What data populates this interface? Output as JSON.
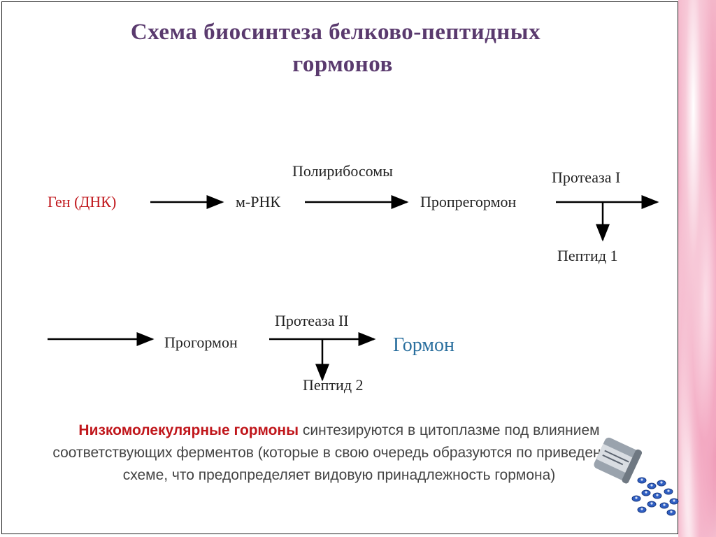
{
  "title": {
    "line1": "Схема биосинтеза белково-пептидных",
    "line2": "гормонов"
  },
  "diagram": {
    "gene": "Ген (ДНК)",
    "mrna": "м-РНК",
    "polyribosomes": "Полирибосомы",
    "prepro": "Пропрегормон",
    "protease1": "Протеаза I",
    "peptide1": "Пептид 1",
    "prohormone": "Прогормон",
    "protease2": "Протеаза II",
    "peptide2": "Пептид 2",
    "hormone": "Гормон"
  },
  "note": {
    "highlight": "Низкомолекулярные гормоны",
    "text": " синтезируются в цитоплазме под влиянием соответствующих ферментов (которые в свою очередь образуются по приведенной схеме, что предопределяет видовую принадлежность гормона)"
  },
  "colors": {
    "title": "#5a3a6e",
    "gene": "#c0161b",
    "hormone": "#2a6f9e",
    "accent_background": "#ee8fb0"
  }
}
